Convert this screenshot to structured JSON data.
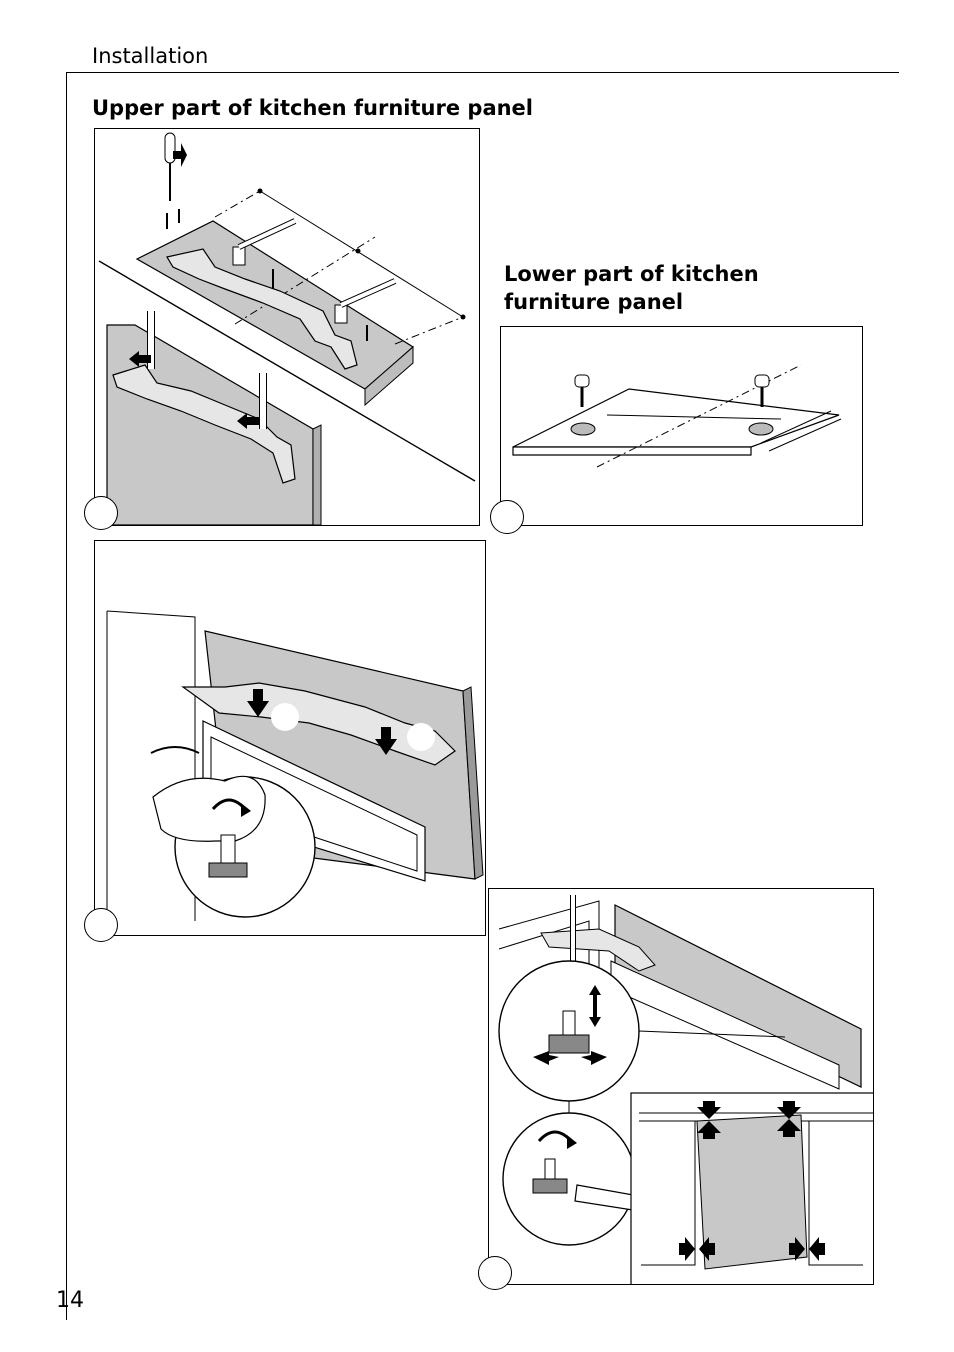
{
  "header": {
    "section": "Installation",
    "page_number": "14"
  },
  "headings": {
    "upper_panel": "Upper part of kitchen furniture panel",
    "lower_panel_line1": "Lower part of kitchen",
    "lower_panel_line2": "furniture panel"
  },
  "colors": {
    "panel_fill": "#c8c8c8",
    "line": "#000000",
    "background": "#ffffff"
  },
  "icons": [
    "screwdriver-icon",
    "screw-icon",
    "arrow-icon",
    "rotate-arrow-icon",
    "wrench-icon",
    "hand-icon"
  ]
}
